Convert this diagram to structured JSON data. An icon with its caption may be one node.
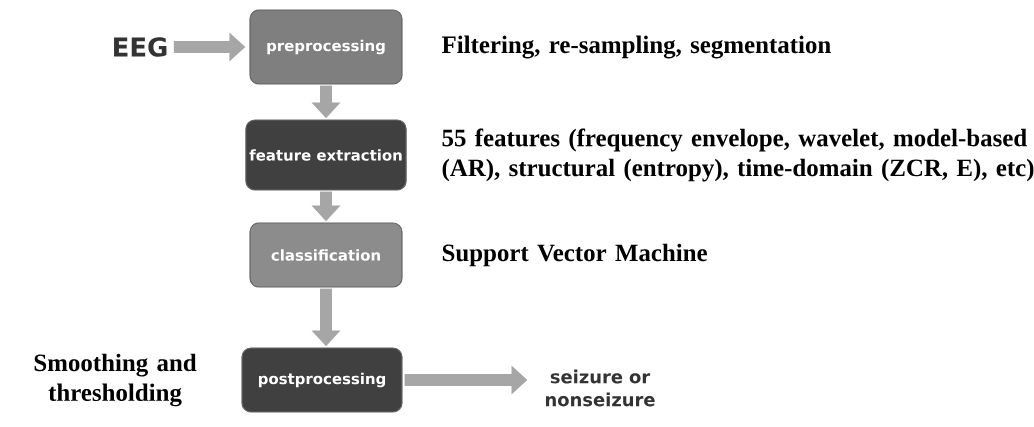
{
  "diagram": {
    "nodes": [
      {
        "text": [
          "EEG"
        ]
      },
      {
        "text": [
          "preprocessing"
        ],
        "beside": [
          "Filtering, re-sampling, segmentation"
        ]
      },
      {
        "text": [
          "feature extraction"
        ],
        "beside": [
          "55 features (frequency envelope, wavelet, model-based (AR), structural (entropy), time-domain (ZCR, E), etc)"
        ]
      },
      {
        "text": [
          "classification"
        ],
        "beside": [
          "Support Vector Machine"
        ]
      },
      {
        "text": [
          "postprocessing"
        ],
        "beside": [
          "Smoothing and thresholding"
        ]
      },
      {
        "text": [
          "seizure or nonseizure"
        ]
      }
    ],
    "edges": [
      {
        "from": 0,
        "to": 1,
        "arrow": "to"
      },
      {
        "from": 1,
        "to": 2,
        "arrow": "to"
      },
      {
        "from": 2,
        "to": 3,
        "arrow": "to"
      },
      {
        "from": 3,
        "to": 4,
        "arrow": "to"
      },
      {
        "from": 4,
        "to": 5,
        "arrow": "to"
      }
    ]
  }
}
